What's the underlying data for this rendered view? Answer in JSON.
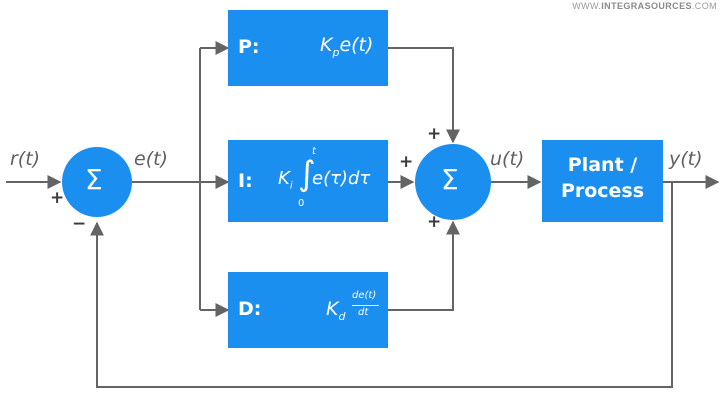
{
  "watermark": {
    "pre": "WWW.",
    "brand": "INTEGRASOURCES",
    "post": ".COM"
  },
  "signals": {
    "r": "r(t)",
    "e": "e(t)",
    "u": "u(t)",
    "y": "y(t)"
  },
  "signs": {
    "sum1_plus": "+",
    "sum1_minus": "−",
    "sum2_top": "+",
    "sum2_left": "+",
    "sum2_bottom": "+"
  },
  "summing_symbol": "Σ",
  "blocks": {
    "p": {
      "tag": "P:",
      "coef": "K",
      "coef_sub": "p",
      "expr": "e(t)"
    },
    "i": {
      "tag": "I:",
      "coef": "K",
      "coef_sub": "i",
      "upper": "t",
      "lower": "0",
      "integrand": "e(τ)dτ"
    },
    "d": {
      "tag": "D:",
      "coef": "K",
      "coef_sub": "d",
      "num": "de(t)",
      "den": "dt"
    },
    "plant": {
      "line1": "Plant /",
      "line2": "Process"
    }
  },
  "colors": {
    "block": "#1b8ff0",
    "line": "#646464",
    "text": "#5f5f5f"
  }
}
